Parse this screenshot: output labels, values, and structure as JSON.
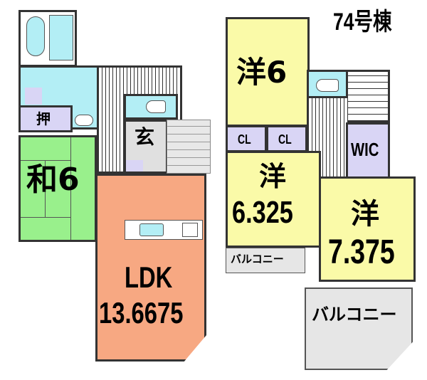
{
  "title": "74号棟",
  "colors": {
    "bath": "#b3eef5",
    "closet": "#d9d5f5",
    "washitsu": "#99f08c",
    "ldk": "#f7a882",
    "genkan": "#e0e0e0",
    "youshitsu": "#fafaa8",
    "balcony": "#e6e6e6",
    "wall": "#333333"
  },
  "floor1": {
    "oshiire": "押",
    "washitsu": "和6",
    "genkan": "玄",
    "ldk_name": "LDK",
    "ldk_size": "13.6675"
  },
  "floor2": {
    "room_a": "洋6",
    "cl1": "CL",
    "cl2": "CL",
    "wic": "WIC",
    "room_b_name": "洋",
    "room_b_size": "6.325",
    "room_c_name": "洋",
    "room_c_size": "7.375",
    "balcony_small": "バルコニー",
    "balcony_large": "バルコニー"
  }
}
